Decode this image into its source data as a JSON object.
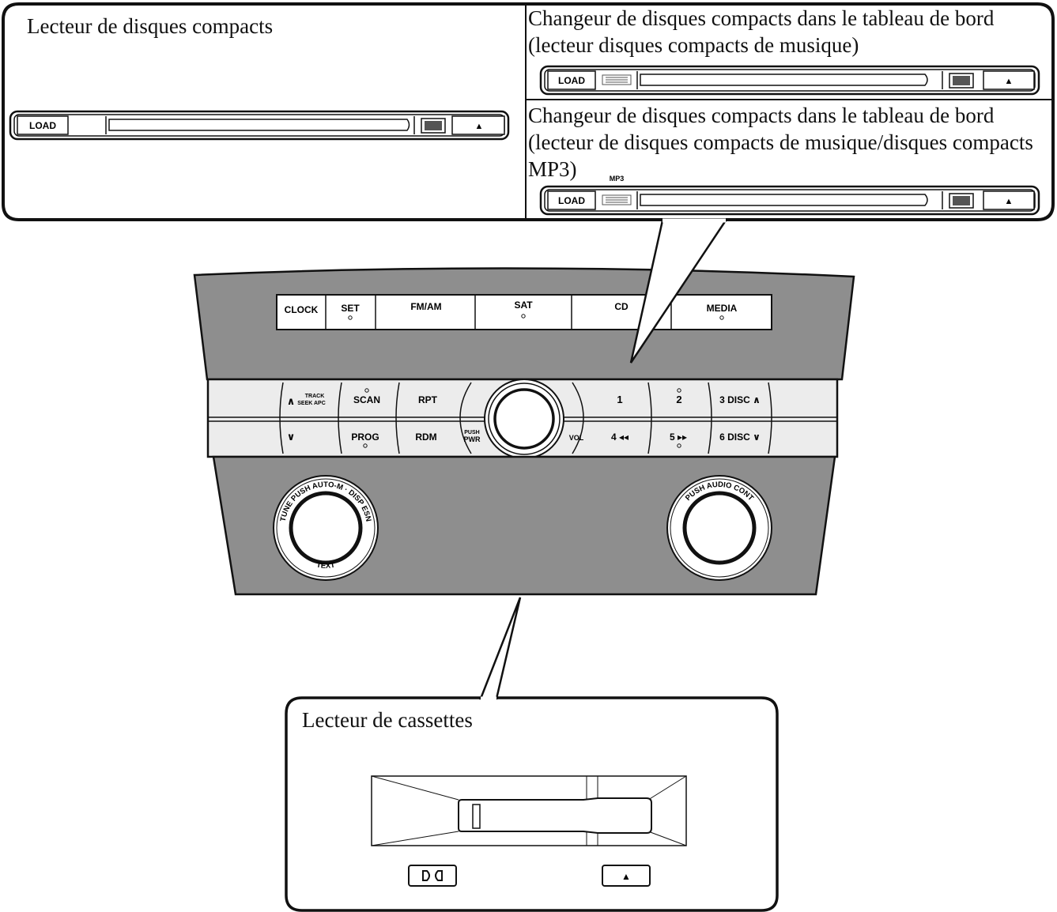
{
  "callouts": {
    "cd_player": {
      "title": "Lecteur de disques compacts"
    },
    "changer_music": {
      "title_line1": "Changeur de disques compacts dans le tableau de bord",
      "title_line2": "(lecteur disques compacts de musique)"
    },
    "changer_mp3": {
      "title_line1": "Changeur de disques compacts dans le tableau de bord",
      "title_line2": "(lecteur de disques compacts de musique/disques compacts",
      "title_line3": "MP3)",
      "badge": "MP3"
    },
    "cassette": {
      "title": "Lecteur de cassettes"
    }
  },
  "slot_strip": {
    "load_label": "LOAD",
    "eject_symbol": "▲"
  },
  "radio": {
    "top_buttons": [
      {
        "label": "CLOCK"
      },
      {
        "label": "SET"
      },
      {
        "label": "FM/AM"
      },
      {
        "label": "SAT"
      },
      {
        "label": "CD"
      },
      {
        "label": "MEDIA"
      }
    ],
    "row1": {
      "track_up": "∧",
      "track_word": "TRACK",
      "seek_word": "SEEK APC",
      "scan": "SCAN",
      "rpt": "RPT",
      "b1": "1",
      "b2": "2",
      "b3": "3 DISC ∧"
    },
    "row2": {
      "track_down": "∨",
      "prog": "PROG",
      "rdm": "RDM",
      "push_word": "PUSH",
      "pwr_word": "PWR",
      "vol": "VOL",
      "b4": "4 ◂◂",
      "b5": "5 ▸▸",
      "b6": "6 DISC ∨"
    },
    "left_knob": {
      "top_ring": "TUNE PUSH AUTO-M · DISP ESN",
      "bottom_ring": "TEXT"
    },
    "right_knob": {
      "top_ring": "PUSH AUDIO CONT"
    }
  },
  "colors": {
    "panel": "#8e8e8e",
    "faceplate": "#ececec",
    "line": "#111111"
  }
}
